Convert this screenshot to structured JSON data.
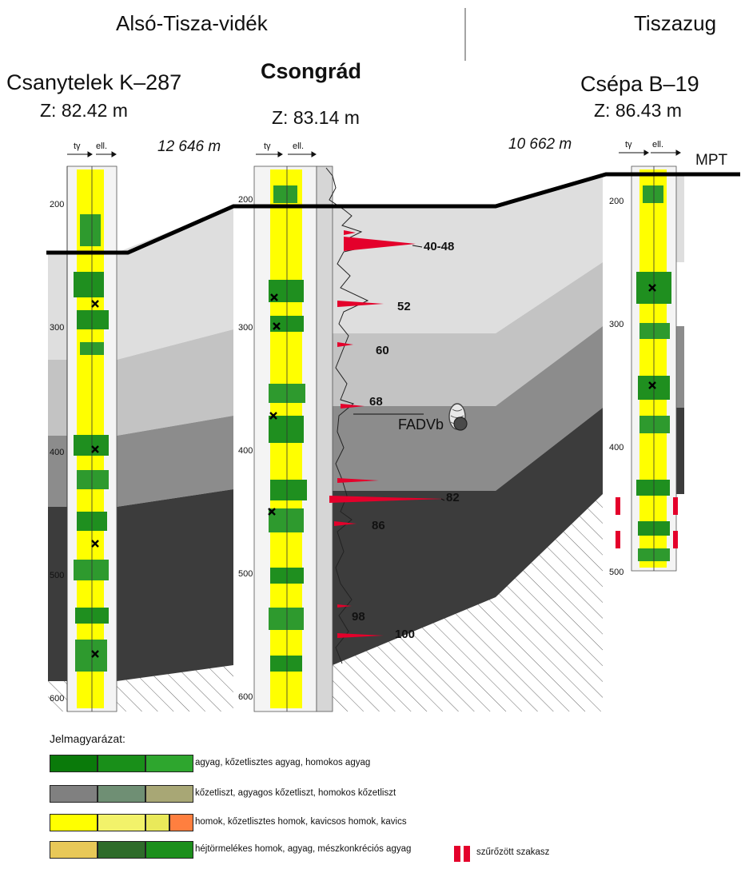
{
  "regions": {
    "left": "Alsó-Tisza-vidék",
    "right": "Tiszazug"
  },
  "wells": [
    {
      "name": "Csanytelek K–287",
      "z": "Z: 82.42 m",
      "col_left": "tγ",
      "col_right": "ell."
    },
    {
      "name": "Csongrád",
      "z": "Z: 83.14 m",
      "col_left": "tγ",
      "col_right": "ell."
    },
    {
      "name": "Csépa B–19",
      "z": "Z: 86.43 m",
      "col_left": "tγ",
      "col_right": "ell."
    }
  ],
  "distances": {
    "left": "12 646 m",
    "right": "10 662 m"
  },
  "horizon_label": "MPT",
  "fadvb_label": "FADVb",
  "samples": [
    "40-48",
    "52",
    "60",
    "68",
    "82",
    "86",
    "98",
    "100"
  ],
  "depth_ticks": {
    "left": [
      "200",
      "300",
      "400",
      "500",
      "600"
    ],
    "middle": [
      "200",
      "300",
      "400",
      "500",
      "600"
    ],
    "right": [
      "200",
      "300",
      "400",
      "500"
    ]
  },
  "legend": {
    "title": "Jelmagyarázat:",
    "rows": [
      {
        "label": "agyag, kőzetlisztes agyag, homokos agyag",
        "colors": [
          "#0a7a0a",
          "#198f19",
          "#2ea62e"
        ]
      },
      {
        "label": "kőzetliszt, agyagos kőzetliszt, homokos kőzetliszt",
        "colors": [
          "#808080",
          "#6f8f74",
          "#a8a775"
        ]
      },
      {
        "label": "homok, kőzetlisztes homok, kavicsos homok, kavics",
        "colors": [
          "#ffff00",
          "#f2f26a",
          "#e9e95a",
          "#ff7f3f"
        ]
      },
      {
        "label": "héjtörmelékes homok, agyag, mészkonkréciós agyag",
        "colors": [
          "#e8c858",
          "#2e6b2a",
          "#1c8f1c"
        ]
      }
    ],
    "filtered_label": "szűrőzött szakasz",
    "filtered_color": "#e4002b"
  },
  "colors": {
    "light_layer": "#dedede",
    "mid_layer": "#c3c3c3",
    "dark_layer": "#8c8c8c",
    "darkest_layer": "#3c3c3c",
    "sand": "#ffff00",
    "clay": "#1f8f1f",
    "peak": "#e4002b"
  }
}
